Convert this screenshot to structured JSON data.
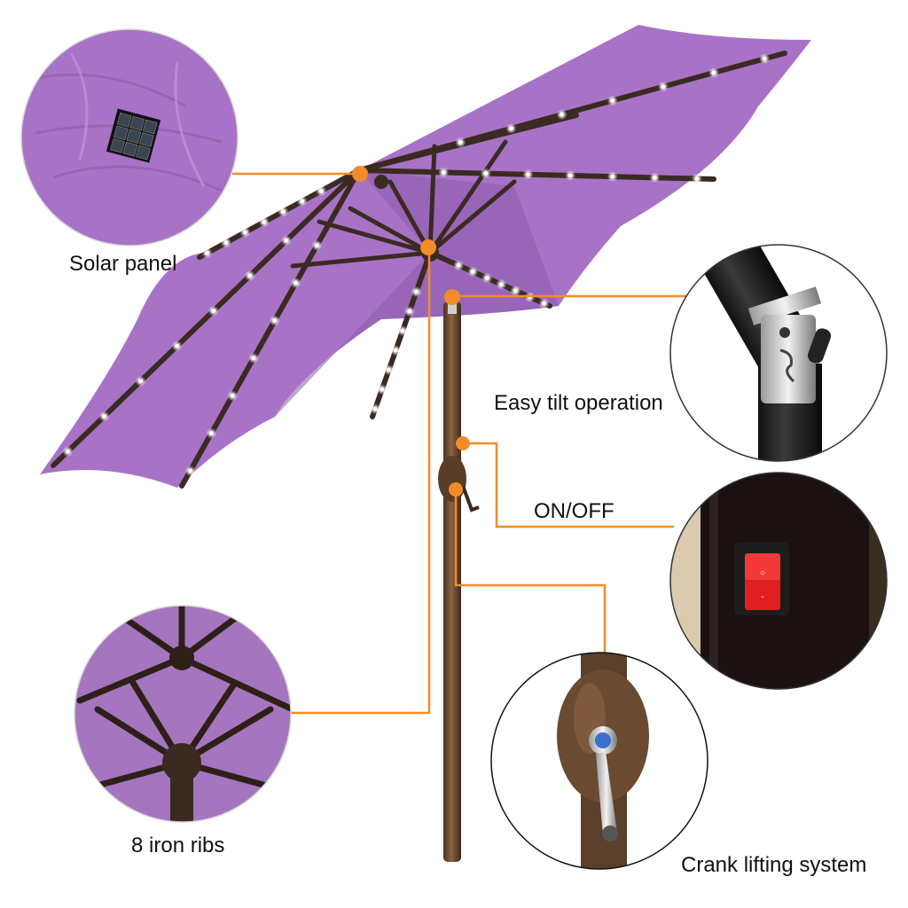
{
  "colors": {
    "canopy": "#a873c6",
    "canopy_dark": "#8d5aad",
    "canopy_light": "#bb8ad6",
    "rib": "#3b2a22",
    "pole": "#6b4a2e",
    "callout": "#f28c28",
    "led": "#ffffff",
    "switch": "#e02020"
  },
  "callouts": {
    "solar_panel": {
      "label": "Solar panel",
      "icon": "solar-panel-icon"
    },
    "tilt": {
      "label": "Easy tilt operation",
      "icon": "tilt-hinge-icon"
    },
    "switch": {
      "label": "ON/OFF",
      "icon": "power-switch-icon"
    },
    "ribs": {
      "label": "8 iron ribs",
      "icon": "ribs-icon"
    },
    "crank": {
      "label": "Crank lifting system",
      "icon": "crank-handle-icon"
    }
  }
}
